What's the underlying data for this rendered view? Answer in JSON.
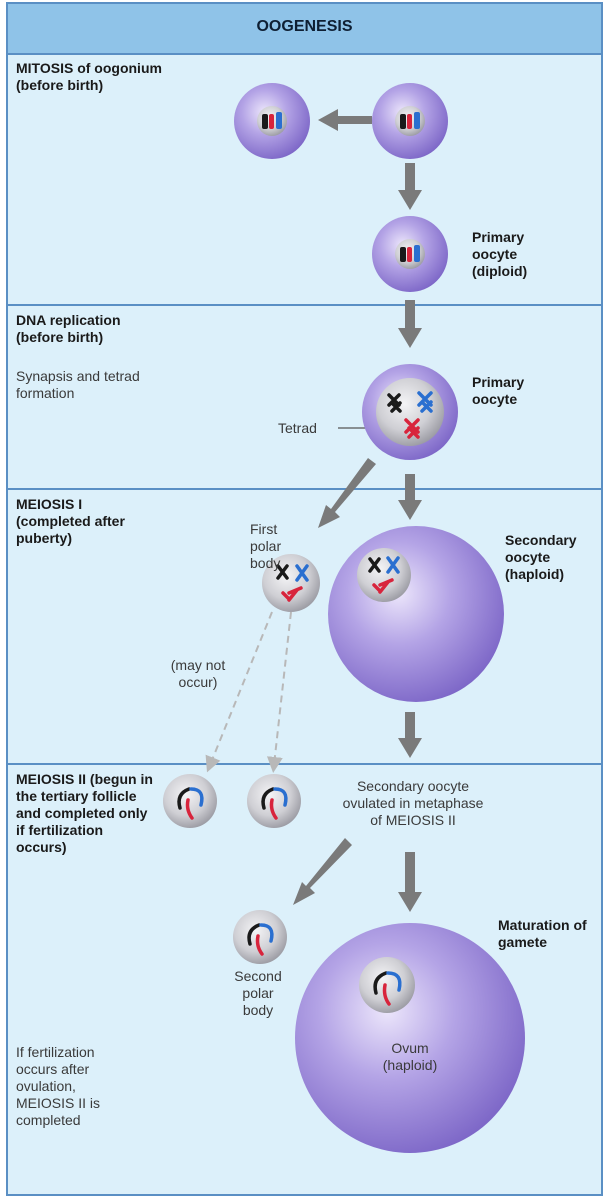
{
  "title": "OOGENESIS",
  "stages": {
    "mitosis": {
      "heading": "MITOSIS of oogonium (before birth)"
    },
    "dna": {
      "heading": "DNA replication (before birth)",
      "note": "Synapsis and tetrad formation"
    },
    "meiosis1": {
      "heading": "MEIOSIS I (completed after puberty)"
    },
    "meiosis2": {
      "heading": "MEIOSIS II (begun in the tertiary follicle and completed only if fertilization occurs)"
    }
  },
  "cells": {
    "primary_oocyte_diploid": "Primary oocyte (diploid)",
    "primary_oocyte": "Primary oocyte",
    "tetrad": "Tetrad",
    "first_polar_body": "First polar body",
    "secondary_oocyte": "Secondary oocyte (haploid)",
    "may_not_occur": "(may not occur)",
    "ovulated": "Secondary oocyte ovulated in metaphase of MEIOSIS II",
    "second_polar_body": "Second polar body",
    "maturation": "Maturation of gamete",
    "ovum": "Ovum (haploid)"
  },
  "footnote": "If fertilization occurs after ovulation, MEIOSIS II is completed",
  "colors": {
    "panel_bg": "#dcf0fa",
    "border": "#5a8fc4",
    "header_bg": "#8fc3e8",
    "cell_purple": "#9b88d6",
    "nucleus_gray": "#c8c8cc",
    "chromosome_red": "#d8243c",
    "chromosome_blue": "#2a6fd0",
    "chromosome_black": "#1a1a1a",
    "arrow_gray": "#777777"
  }
}
